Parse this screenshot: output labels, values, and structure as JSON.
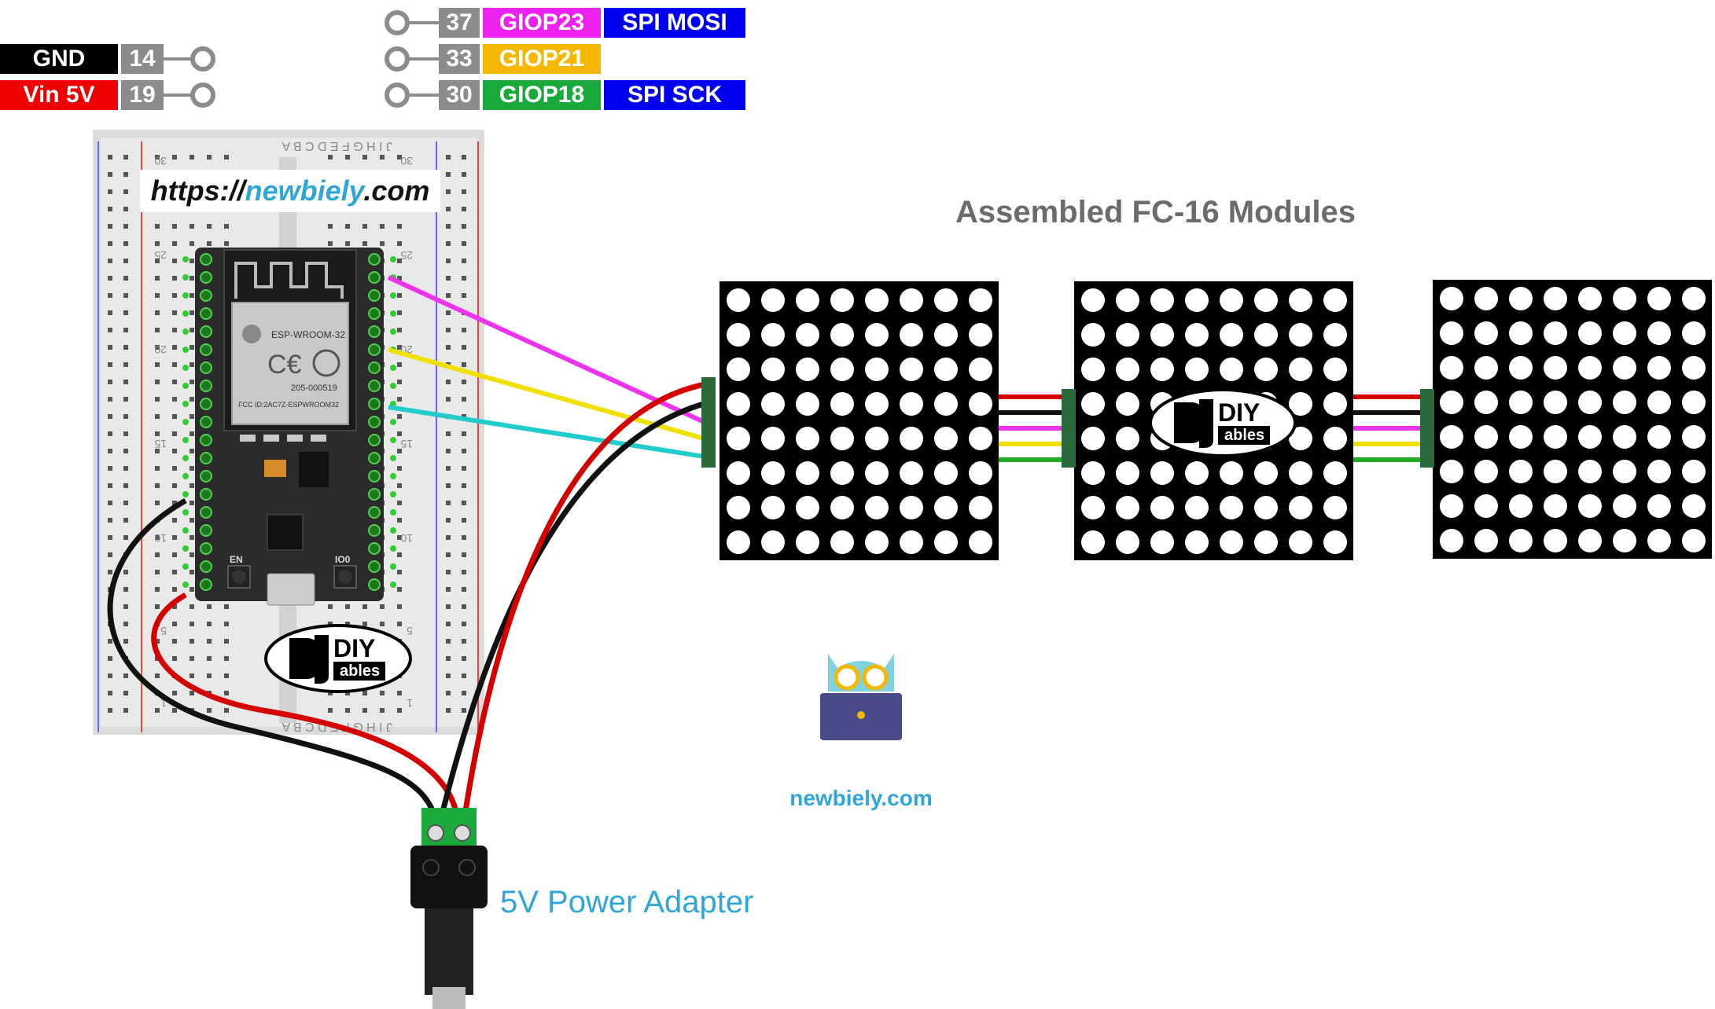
{
  "header_pins": {
    "left": [
      {
        "label": "GND",
        "pin": "14",
        "color": "#000000"
      },
      {
        "label": "Vin 5V",
        "pin": "19",
        "color": "#ee0000"
      }
    ],
    "right": [
      {
        "pin": "37",
        "gpio": "GIOP23",
        "gpio_color": "#ee22ee",
        "func": "SPI MOSI",
        "func_color": "#0000ee"
      },
      {
        "pin": "33",
        "gpio": "GIOP21",
        "gpio_color": "#f5b800",
        "func": "",
        "func_color": ""
      },
      {
        "pin": "30",
        "gpio": "GIOP18",
        "gpio_color": "#1aaa3c",
        "func": "SPI SCK",
        "func_color": "#0000ee"
      }
    ]
  },
  "breadboard": {
    "url_prefix": "https://",
    "url_name": "newbiely",
    "url_suffix": ".com",
    "row_numbers": [
      "30",
      "25",
      "20",
      "15",
      "10",
      "5",
      "1"
    ],
    "column_letters": "J I H G F   E D C B A"
  },
  "board": {
    "module_text": "ESP-WROOM-32",
    "cert_text": "205-000519",
    "fcc_text": "FCC ID:2AC7Z-ESPWROOM32",
    "button_left": "EN",
    "button_right": "IO0"
  },
  "modules_title": "Assembled FC-16 Modules",
  "diy_logo": {
    "top": "DIY",
    "bottom": "ables"
  },
  "brand": {
    "text": "newbiely.com"
  },
  "adapter_label": "5V Power Adapter",
  "wire_colors": {
    "red": "#d40000",
    "black": "#111111",
    "magenta": "#ee33ee",
    "yellow": "#f0e000",
    "cyan": "#22cccc",
    "green": "#22aa22"
  }
}
